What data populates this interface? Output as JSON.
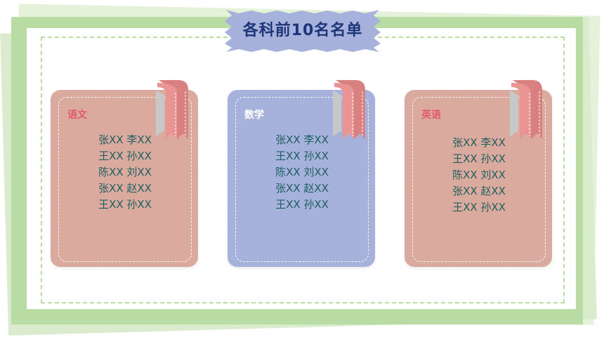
{
  "title": "各科前10名名单",
  "colors": {
    "frame": "#b9dca5",
    "banner": "#a6b2dc",
    "title": "#1d3478",
    "card_pink": "#dbaa9e",
    "card_blue": "#a6b2dc",
    "ribbon": "#d98080",
    "name_text": "#1e5f5f",
    "subject_pink": "#e15b6c"
  },
  "cards": [
    {
      "subject": "语文",
      "names": [
        "张XX 李XX",
        "王XX 孙XX",
        "陈XX 刘XX",
        "张XX 赵XX",
        "王XX 孙XX"
      ]
    },
    {
      "subject": "数学",
      "names": [
        "张XX 李XX",
        "王XX 孙XX",
        "陈XX 刘XX",
        "张XX 赵XX",
        "王XX 孙XX"
      ]
    },
    {
      "subject": "英语",
      "names": [
        "张XX 李XX",
        "王XX 孙XX",
        "陈XX 刘XX",
        "张XX 赵XX",
        "王XX 孙XX"
      ]
    }
  ]
}
